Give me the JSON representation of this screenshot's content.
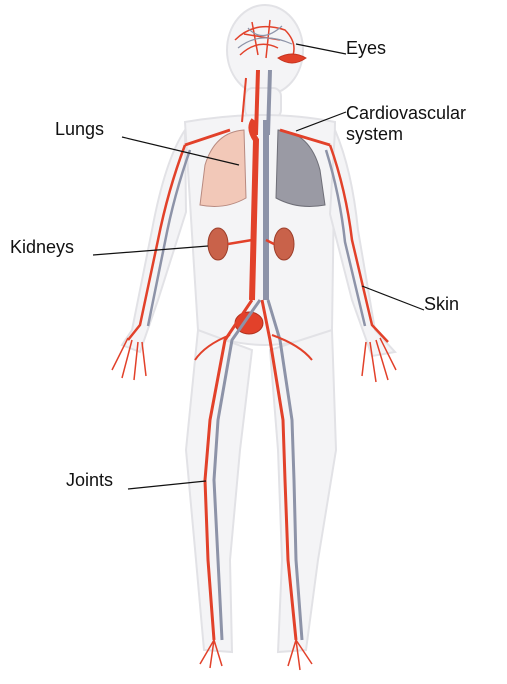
{
  "labels": {
    "eyes": "Eyes",
    "cardio_line1": "Cardiovascular",
    "cardio_line2": "system",
    "lungs": "Lungs",
    "kidneys": "Kidneys",
    "skin": "Skin",
    "joints": "Joints"
  },
  "colors": {
    "artery": "#e2412a",
    "vein": "#8d93a8",
    "lung_left": "#f2c8b8",
    "lung_right": "#9a9aa4",
    "body_outline": "#e9e9ec",
    "leader": "#111111"
  }
}
